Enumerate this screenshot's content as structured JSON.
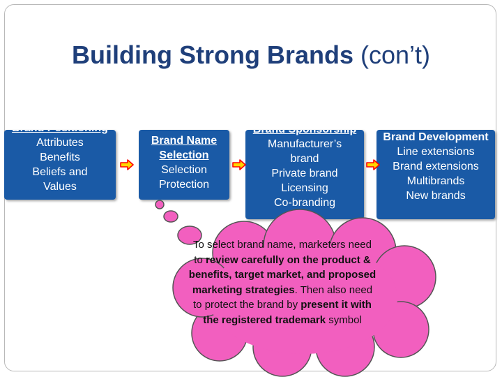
{
  "slide": {
    "title_bold": "Building Strong Brands",
    "title_rest": " (con’t)"
  },
  "boxes": [
    {
      "title": "Brand Positioning",
      "lines": [
        "Attributes",
        "Benefits",
        "Beliefs and",
        "Values"
      ]
    },
    {
      "title": "Brand Name Selection",
      "lines": [
        "Selection",
        "Protection"
      ]
    },
    {
      "title": "Brand Sponsorship",
      "lines": [
        "Manufacturer’s",
        "brand",
        "Private brand",
        "Licensing",
        "Co-branding"
      ]
    },
    {
      "title": "Brand Development",
      "lines": [
        "Line extensions",
        "Brand extensions",
        "Multibrands",
        "New brands"
      ]
    }
  ],
  "callout": {
    "t1": "To select brand name, marketers need to ",
    "b1": "review carefully on the product & benefits, target market, and proposed marketing strategies",
    "t2": ". Then also need to protect the brand by ",
    "b2": "present it with the registered trademark",
    "t3": " symbol"
  },
  "colors": {
    "title": "#1f3f7a",
    "box": "#1a5aa6",
    "cloud": "#f25fbf",
    "arrow_fill": "#ffd700",
    "arrow_stroke": "#ff0000"
  },
  "icons": {
    "arrow": "right-arrow-icon"
  }
}
